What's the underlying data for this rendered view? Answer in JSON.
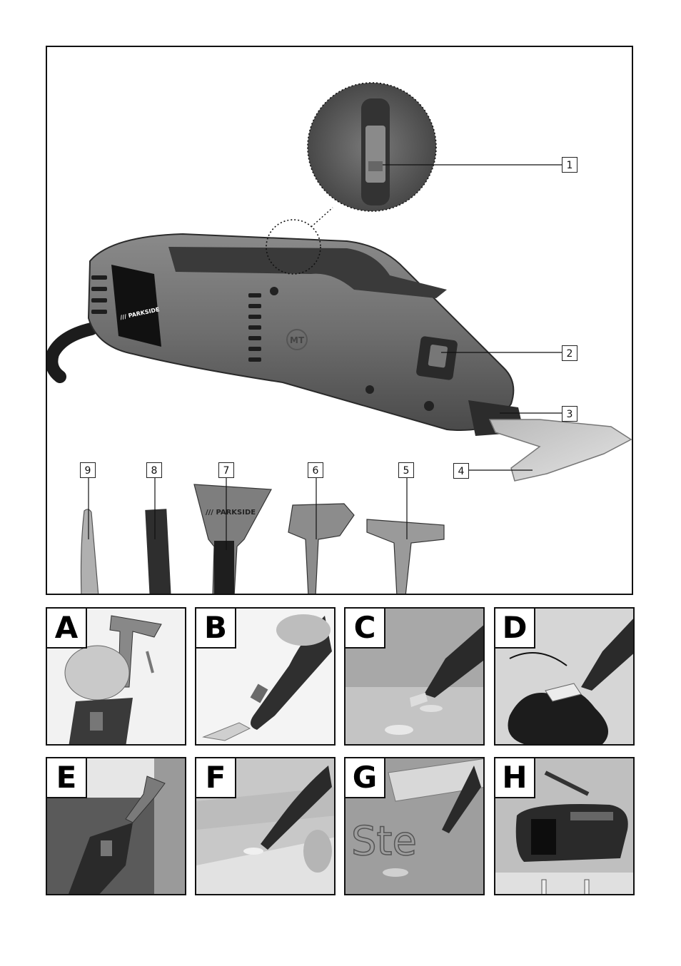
{
  "figure": {
    "callouts": [
      "1",
      "2",
      "3",
      "4",
      "5",
      "6",
      "7",
      "8",
      "9"
    ],
    "brand": "/// PARKSIDE",
    "housing_mark": "MT"
  },
  "panels": [
    {
      "letter": "A"
    },
    {
      "letter": "B"
    },
    {
      "letter": "C"
    },
    {
      "letter": "D"
    },
    {
      "letter": "E"
    },
    {
      "letter": "F"
    },
    {
      "letter": "G"
    },
    {
      "letter": "H"
    }
  ],
  "panel_G_text": "Ste"
}
